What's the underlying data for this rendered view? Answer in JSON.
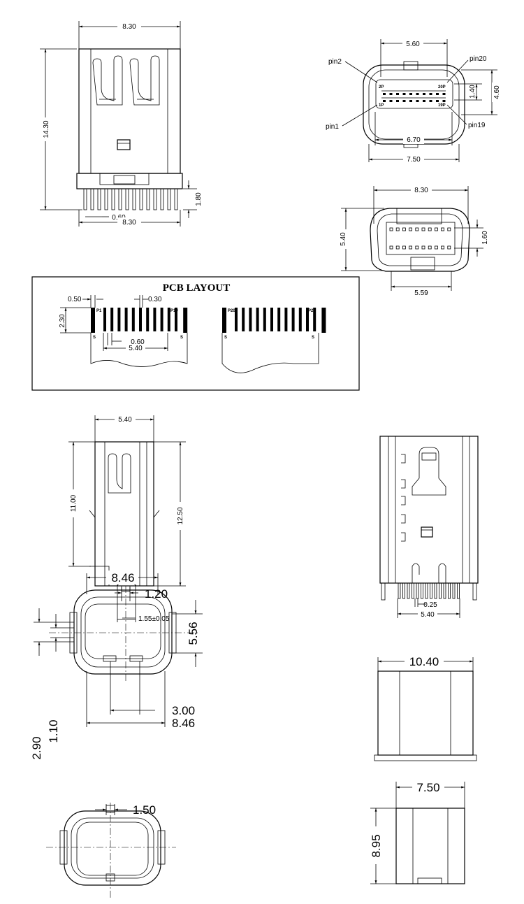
{
  "top_view": {
    "dim_width_top": "8.30",
    "dim_height": "14.30",
    "dim_lead": "1.80",
    "dim_pitch": "0.60",
    "dim_width_bottom": "8.30"
  },
  "front_view": {
    "dim_top": "5.60",
    "dim_inner": "6.70",
    "dim_outer": "7.50",
    "dim_gap": "1.40",
    "dim_height": "4.60",
    "pin_labels": [
      "pin2",
      "pin20",
      "pin1",
      "pin19"
    ],
    "contact_labels": [
      "2P",
      "20P",
      "1P",
      "19P"
    ]
  },
  "rear_view": {
    "dim_width": "8.30",
    "dim_height": "5.40",
    "dim_pins": "1.60",
    "dim_bottom": "5.59"
  },
  "pcb_layout": {
    "title": "PCB LAYOUT",
    "dim_pad": "0.50",
    "dim_gap": "0.30",
    "dim_len": "2.30",
    "dim_pitch": "0.60",
    "dim_span": "5.40",
    "pad_labels": [
      "P1",
      "P19",
      "P20",
      "P2"
    ],
    "shield_label": "S"
  },
  "side_view": {
    "dim_width": "5.40",
    "dim_body": "11.00",
    "dim_total": "12.50",
    "dim_post": "1.55±0.05"
  },
  "back_view": {
    "dim_pitch": "0.25",
    "dim_width": "5.40"
  },
  "plug_view": {
    "dim_width": "8.46",
    "dim_key": "1.20",
    "dim_height": "5.56",
    "dim_left_a": "2.90",
    "dim_left_b": "1.10",
    "dim_bottom": "3.00",
    "dim_bottom_width": "8.46",
    "dim_key2": "1.50"
  },
  "block_views": {
    "dim_width": "10.40",
    "dim_small_width": "7.50",
    "dim_small_height": "8.95"
  }
}
